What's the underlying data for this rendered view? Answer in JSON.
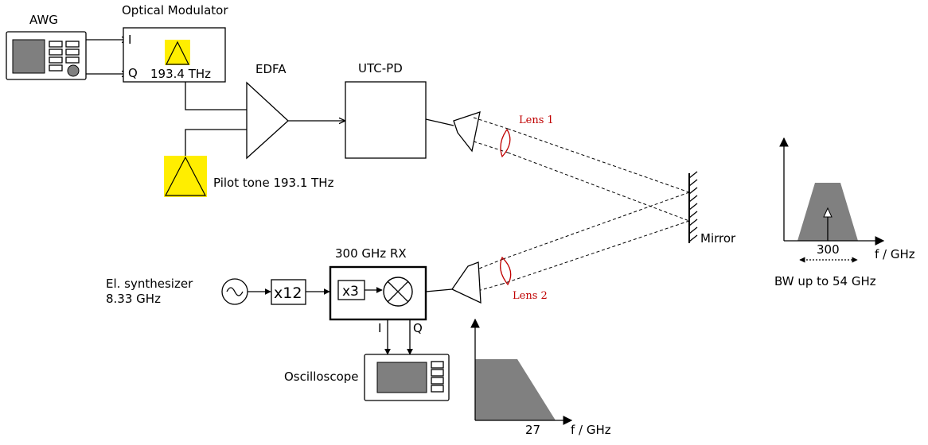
{
  "colors": {
    "laser_fill": "#ffee00",
    "spectrum_fill": "#808080",
    "screen_fill": "#7f7f7f",
    "lens_color": "#c00000",
    "line_color": "#000000"
  },
  "labels": {
    "awg": "AWG",
    "optical_modulator": "Optical Modulator",
    "mod_i": "I",
    "mod_q": "Q",
    "carrier_freq": "193.4 THz",
    "edfa": "EDFA",
    "utc_pd": "UTC-PD",
    "pilot_tone": "Pilot tone 193.1 THz",
    "lens1": "Lens 1",
    "lens2": "Lens 2",
    "mirror": "Mirror",
    "rx": "300 GHz RX",
    "synth_line1": "El. synthesizer",
    "synth_line2": "8.33 GHz",
    "mult12": "x12",
    "mult3": "x3",
    "rx_i": "I",
    "rx_q": "Q",
    "oscilloscope": "Oscilloscope"
  },
  "spectrum_rf": {
    "center_tick": "300",
    "axis_label": "f / GHz",
    "bandwidth_label": "BW up to 54 GHz"
  },
  "spectrum_bb": {
    "tick": "27",
    "axis_label": "f / GHz"
  }
}
